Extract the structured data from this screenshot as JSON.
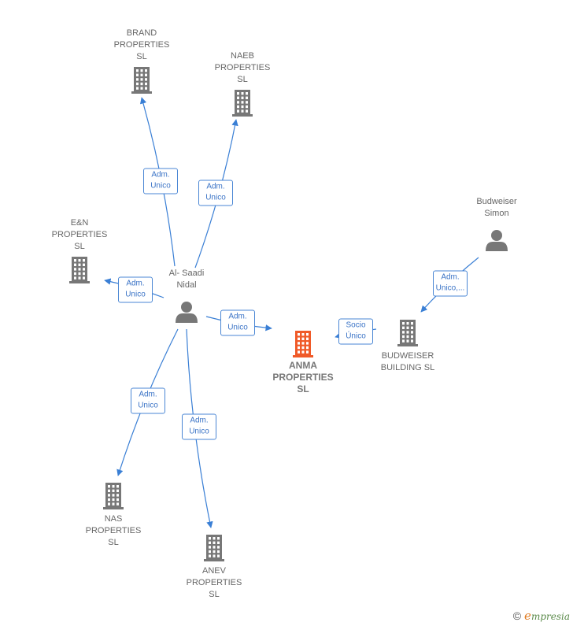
{
  "nodes": [
    {
      "id": "brand",
      "label": "BRAND\nPROPERTIES\nSL",
      "type": "company"
    },
    {
      "id": "naeb",
      "label": "NAEB\nPROPERTIES\nSL",
      "type": "company"
    },
    {
      "id": "en",
      "label": "E&N\nPROPERTIES\nSL",
      "type": "company"
    },
    {
      "id": "alsaadi",
      "label": "Al- Saadi\nNidal",
      "type": "person"
    },
    {
      "id": "budweiser_simon",
      "label": "Budweiser\nSimon",
      "type": "person"
    },
    {
      "id": "anma",
      "label": "ANMA\nPROPERTIES\nSL",
      "type": "company",
      "focus": true
    },
    {
      "id": "budweiser_building",
      "label": "BUDWEISER\nBUILDING  SL",
      "type": "company"
    },
    {
      "id": "nas",
      "label": "NAS\nPROPERTIES\nSL",
      "type": "company"
    },
    {
      "id": "anev",
      "label": "ANEV\nPROPERTIES\nSL",
      "type": "company"
    }
  ],
  "edges": [
    {
      "from": "alsaadi",
      "to": "brand",
      "label": "Adm.\nUnico"
    },
    {
      "from": "alsaadi",
      "to": "naeb",
      "label": "Adm.\nUnico"
    },
    {
      "from": "alsaadi",
      "to": "en",
      "label": "Adm.\nUnico"
    },
    {
      "from": "alsaadi",
      "to": "anma",
      "label": "Adm.\nUnico"
    },
    {
      "from": "alsaadi",
      "to": "nas",
      "label": "Adm.\nUnico"
    },
    {
      "from": "alsaadi",
      "to": "anev",
      "label": "Adm.\nUnico"
    },
    {
      "from": "budweiser_simon",
      "to": "budweiser_building",
      "label": "Adm.\nUnico,..."
    },
    {
      "from": "budweiser_building",
      "to": "anma",
      "label": "Socio\nÚnico"
    }
  ],
  "colors": {
    "edge": "#3a7fd5",
    "company": "#777777",
    "focus": "#f05a28",
    "person": "#777777"
  },
  "footer": {
    "copyright": "©",
    "brand_initial": "e",
    "brand_rest": "mpresia"
  }
}
